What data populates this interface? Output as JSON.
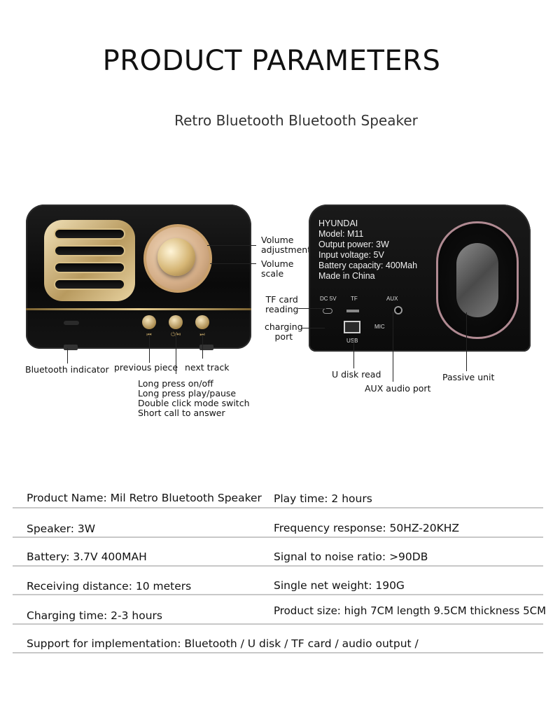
{
  "header": {
    "title": "PRODUCT PARAMETERS",
    "subtitle": "Retro Bluetooth Bluetooth Speaker"
  },
  "back_panel": {
    "brand": "HYUNDAI",
    "model": "Model: M11",
    "output_power": "Output power: 3W",
    "input_voltage": "Input voltage: 5V",
    "battery_capacity": "Battery capacity: 400Mah",
    "origin": "Made in China",
    "port_dc": "DC 5V",
    "port_tf": "TF",
    "port_aux": "AUX",
    "port_mic": "MIC",
    "port_usb": "USB"
  },
  "annotations": {
    "volume_adjustment": "Volume\nadjustment",
    "volume_scale": "Volume\nscale",
    "bluetooth_indicator": "Bluetooth indicator",
    "previous_piece": "previous piece",
    "next_track": "next track",
    "power_button_notes": [
      "Long press on/off",
      "Long press play/pause",
      "Double click mode switch",
      "Short call to answer"
    ],
    "tf_card_reading": "TF card\nreading",
    "charging_port": "charging\nport",
    "u_disk_read": "U disk read",
    "aux_audio_port": "AUX audio port",
    "passive_unit": "Passive unit"
  },
  "front_buttons": [
    "⏮",
    "⏻/⏯",
    "⏭"
  ],
  "parameters": {
    "product_name": "Product Name: Mil Retro Bluetooth Speaker",
    "play_time": "Play time: 2 hours",
    "speaker": "Speaker: 3W",
    "frequency_response": "Frequency response: 50HZ-20KHZ",
    "battery": "Battery: 3.7V 400MAH",
    "snr": "Signal to noise ratio: >90DB",
    "receiving_distance": "Receiving distance: 10 meters",
    "net_weight": "Single net weight: 190G",
    "charging_time": "Charging time: 2-3 hours",
    "product_size": "Product size: high 7CM length 9.5CM thickness 5CM",
    "support": "Support for implementation: Bluetooth / U disk / TF card / audio output /"
  },
  "colors": {
    "gold": "#d5b574",
    "speaker_body": "#0b0b0b",
    "divider": "#c8c8c8"
  }
}
